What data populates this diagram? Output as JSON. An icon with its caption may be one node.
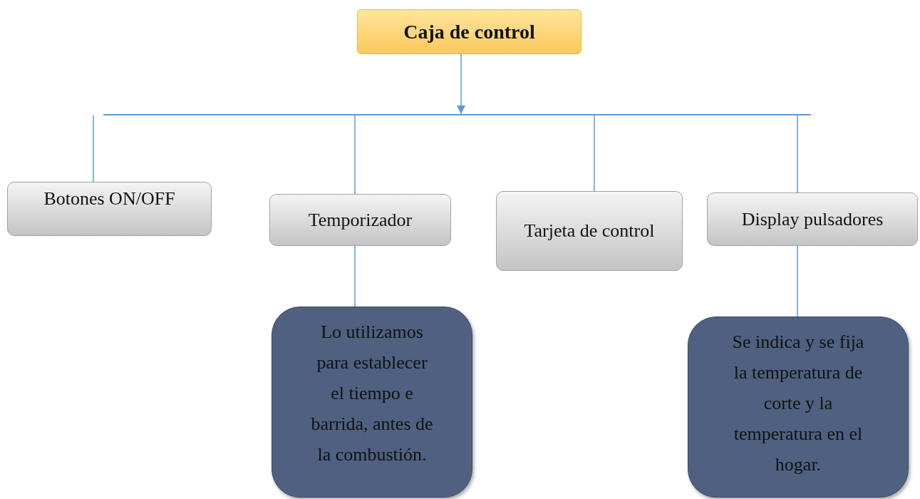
{
  "diagram": {
    "nodes": [
      {
        "text": [
          "Caja de control"
        ]
      },
      {
        "text": [],
        "shape": "bar"
      },
      {
        "text": [
          "Botones ON/OFF"
        ]
      },
      {
        "text": [
          "Temporizador"
        ]
      },
      {
        "text": [
          "Tarjeta de control"
        ]
      },
      {
        "text": [
          "Display pulsadores"
        ]
      },
      {
        "text": [
          "Lo utilizamos para establecer el tiempo e barrida, antes de la combustión."
        ]
      },
      {
        "text": [
          "Se indica y se fija la temperatura de corte y la temperatura en el hogar."
        ]
      }
    ],
    "edges": [
      {
        "from": 0,
        "to": 1,
        "arrow": "to"
      },
      {
        "from": 1,
        "to": 2,
        "arrow": "none"
      },
      {
        "from": 1,
        "to": 3,
        "arrow": "none"
      },
      {
        "from": 1,
        "to": 4,
        "arrow": "none"
      },
      {
        "from": 1,
        "to": 5,
        "arrow": "none"
      },
      {
        "from": 3,
        "to": 6,
        "arrow": "none"
      },
      {
        "from": 5,
        "to": 7,
        "arrow": "none"
      }
    ]
  }
}
